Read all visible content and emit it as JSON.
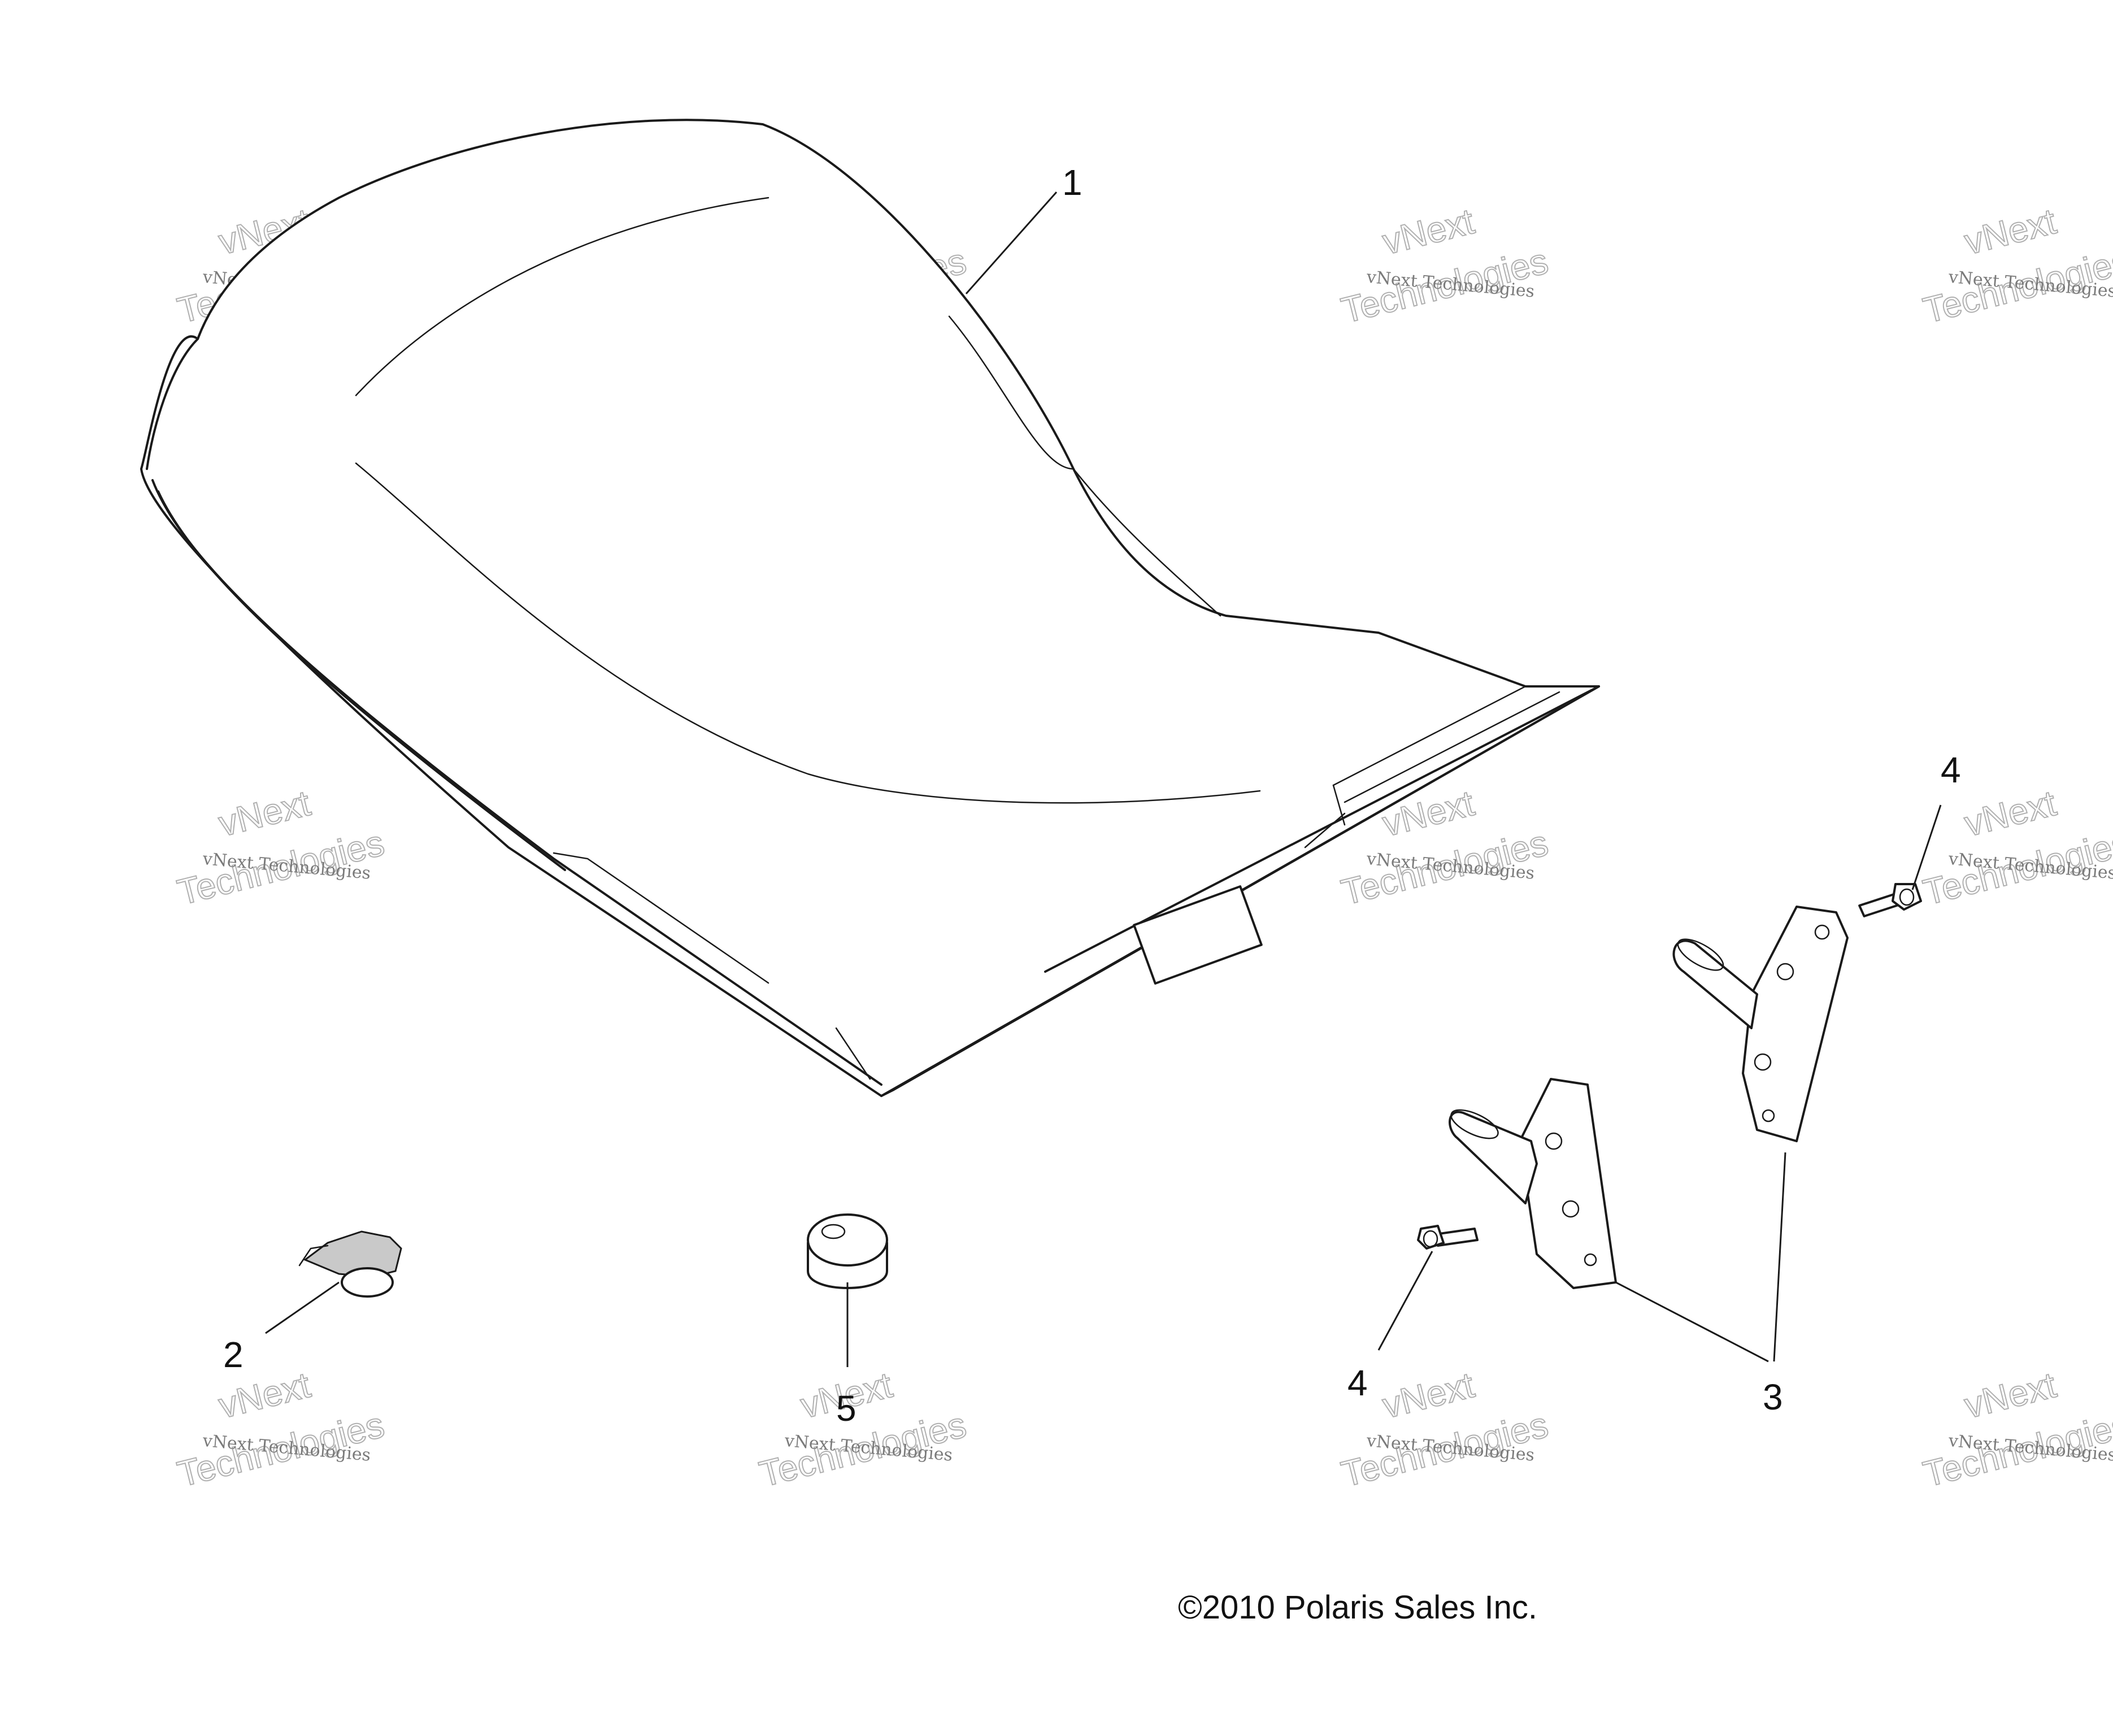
{
  "diagram": {
    "callouts": [
      {
        "id": "1",
        "label": "1"
      },
      {
        "id": "2",
        "label": "2"
      },
      {
        "id": "3",
        "label": "3"
      },
      {
        "id": "4a",
        "label": "4"
      },
      {
        "id": "4b",
        "label": "4"
      },
      {
        "id": "5",
        "label": "5"
      }
    ],
    "copyright": "©2010 Polaris Sales Inc.",
    "watermark": {
      "line_small": "vNext Technologies",
      "line_big_1": "vNext",
      "line_big_2": "Technologies"
    }
  }
}
